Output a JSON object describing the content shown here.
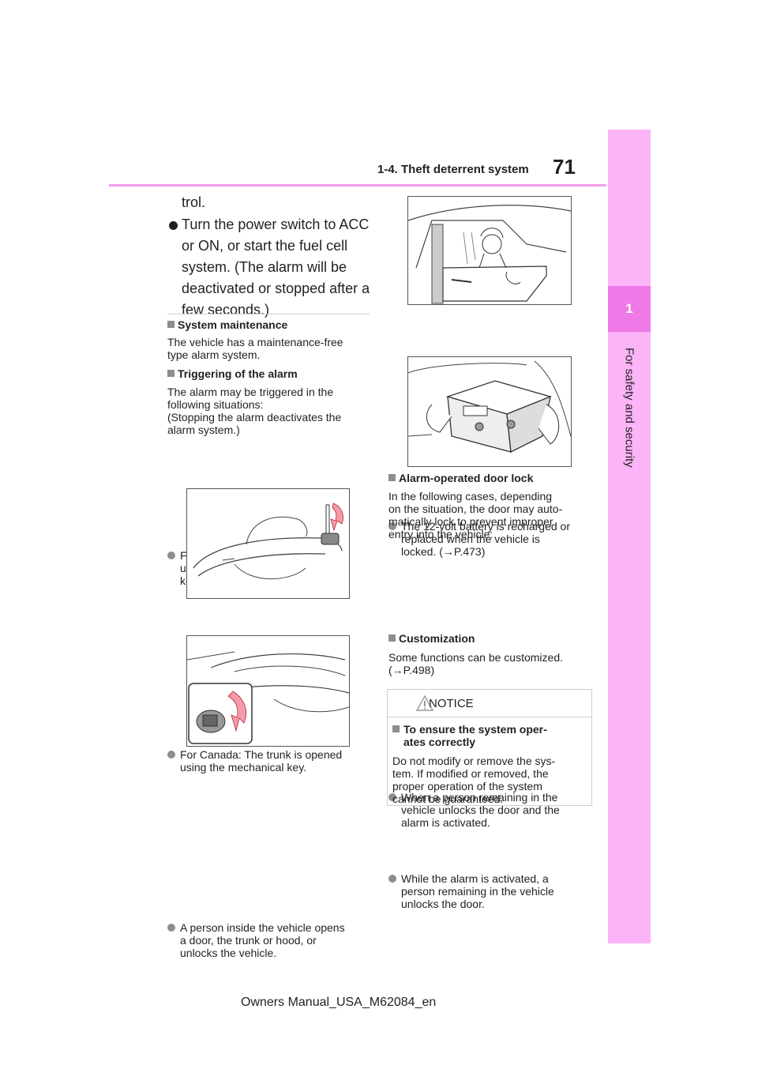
{
  "header": {
    "section": "1-4. Theft deterrent system",
    "page_number": "71"
  },
  "side_tab": {
    "chapter_number": "1",
    "chapter_title": "For safety and security"
  },
  "left_column": {
    "cont_text": "trol.",
    "power_bullet": [
      "Turn the power switch to ACC",
      "or ON, or start the fuel cell",
      "system. (The alarm will be",
      "deactivated or stopped after a",
      "few seconds.)"
    ],
    "maintenance": {
      "heading": "System maintenance",
      "body": [
        "The vehicle has a maintenance-free",
        "type alarm system."
      ]
    },
    "triggering": {
      "heading": "Triggering of the alarm",
      "body": [
        "The alarm may be triggered in the",
        "following situations:",
        "(Stopping the alarm deactivates the",
        "alarm system.)"
      ]
    },
    "bullet_doors": [
      "For Canada: The doors are",
      "unlocked using the mechanical",
      "key."
    ],
    "bullet_trunk": [
      "For Canada: The trunk is opened",
      "using the mechanical key."
    ],
    "bullet_person": [
      "A person inside the vehicle opens",
      "a door, the trunk or hood, or",
      "unlocks the vehicle."
    ]
  },
  "right_column": {
    "bullet_battery": [
      "The 12-volt battery is recharged or",
      "replaced when the vehicle is",
      "locked. (→P.473)"
    ],
    "door_lock": {
      "heading": "Alarm-operated door lock",
      "body": [
        "In the following cases, depending",
        "on the situation, the door may auto-",
        "matically lock to prevent improper",
        "entry into the vehicle:"
      ],
      "bullet_1": [
        "When a person remaining in the",
        "vehicle unlocks the door and the",
        "alarm is activated."
      ],
      "bullet_2": [
        "While the alarm is activated, a",
        "person remaining in the vehicle",
        "unlocks the door."
      ]
    },
    "customization": {
      "heading": "Customization",
      "body": [
        "Some functions can be customized.",
        "(→P.498)"
      ]
    },
    "notice": {
      "title": "NOTICE",
      "heading": [
        "To ensure the system oper-",
        "ates correctly"
      ],
      "body": [
        "Do not modify or remove the sys-",
        "tem. If modified or removed, the",
        "proper operation of the system",
        "cannot be guaranteed."
      ]
    }
  },
  "footer": "Owners Manual_USA_M62084_en",
  "icons": {
    "notice": "warning-triangle-icon",
    "square_bullet": "square-bullet-icon",
    "round_bullet": "circle-bullet-icon"
  },
  "colors": {
    "header_rule": "#f39cf0",
    "side_tab": "#fbb4f7",
    "side_num": "#ee79e7"
  }
}
